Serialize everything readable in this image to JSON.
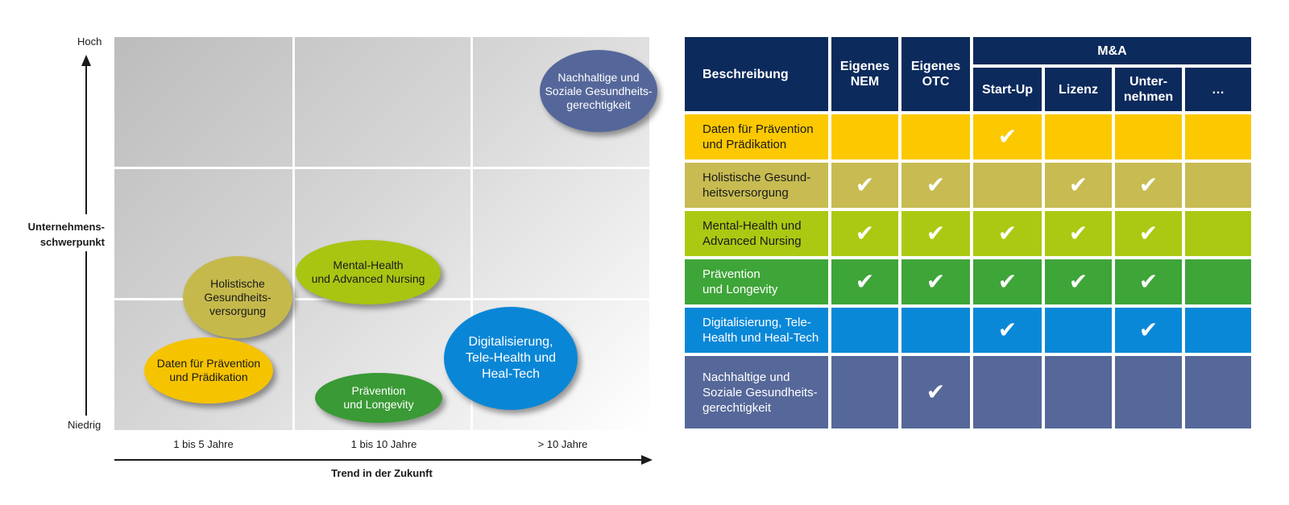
{
  "diagram": {
    "y_axis": {
      "high_label": "Hoch",
      "low_label": "Niedrig",
      "title": "Unternehmens-\nschwerpunkt"
    },
    "x_axis": {
      "categories": [
        "1 bis 5 Jahre",
        "1 bis 10 Jahre",
        "> 10 Jahre"
      ],
      "title": "Trend in der Zukunft"
    },
    "bubbles": [
      {
        "id": "nachhaltig",
        "label": "Nachhaltige und\nSoziale Gesundheits-\ngerechtigkeit",
        "color": "#55679a",
        "text_color": "#ffffff"
      },
      {
        "id": "mental",
        "label": "Mental-Health\nund Advanced Nursing",
        "color": "#a9c512",
        "text_color": "#1a1a1a"
      },
      {
        "id": "holistic",
        "label": "Holistische\nGesundheits-\nversorgung",
        "color": "#c6b94c",
        "text_color": "#1a1a1a"
      },
      {
        "id": "daten",
        "label": "Daten für Prävention\nund Prädikation",
        "color": "#f6c300",
        "text_color": "#1a1a1a"
      },
      {
        "id": "praevention",
        "label": "Prävention\nund Longevity",
        "color": "#3a9a35",
        "text_color": "#ffffff"
      },
      {
        "id": "digital",
        "label": "Digitalisierung,\nTele-Health und\nHeal-Tech",
        "color": "#0a86d6",
        "text_color": "#ffffff"
      }
    ]
  },
  "matrix": {
    "header": {
      "beschreibung": "Beschreibung",
      "eigenes_nem": "Eigenes\nNEM",
      "eigenes_otc": "Eigenes\nOTC",
      "ma": "M&A",
      "startup": "Start-Up",
      "lizenz": "Lizenz",
      "unternehmen": "Unter-\nnehmen",
      "more": "…"
    },
    "header_color": "#0c2a5c",
    "check_symbol": "✔",
    "rows": [
      {
        "label": "Daten für Prävention\nund Prädikation",
        "color": "#fcc800",
        "light_text": false,
        "checks": [
          false,
          false,
          true,
          false,
          false,
          false
        ]
      },
      {
        "label": "Holistische Gesund-\nheitsversorgung",
        "color": "#c7bb52",
        "light_text": false,
        "checks": [
          true,
          true,
          false,
          true,
          true,
          false
        ]
      },
      {
        "label": "Mental-Health und\nAdvanced Nursing",
        "color": "#abc912",
        "light_text": false,
        "checks": [
          true,
          true,
          true,
          true,
          true,
          false
        ]
      },
      {
        "label": "Prävention\nund Longevity",
        "color": "#3ea538",
        "light_text": true,
        "checks": [
          true,
          true,
          true,
          true,
          true,
          false
        ]
      },
      {
        "label": "Digitalisierung, Tele-\nHealth und Heal-Tech",
        "color": "#0a88d8",
        "light_text": true,
        "checks": [
          false,
          false,
          true,
          false,
          true,
          false
        ]
      },
      {
        "label": "Nachhaltige und\nSoziale Gesundheits-\ngerechtigkeit",
        "color": "#566899",
        "light_text": true,
        "checks": [
          false,
          true,
          false,
          false,
          false,
          false
        ]
      }
    ]
  }
}
